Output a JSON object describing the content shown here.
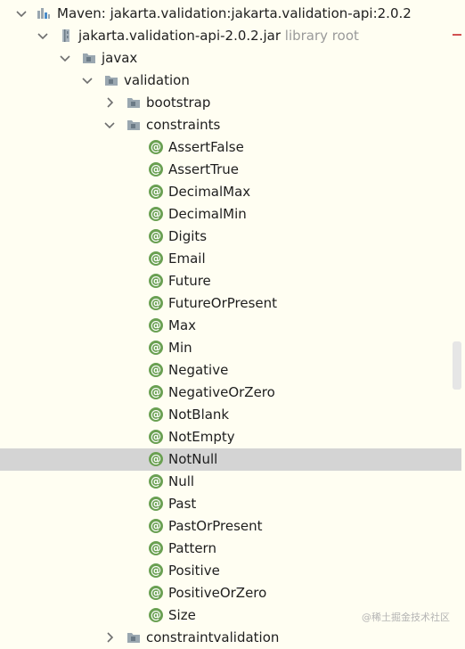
{
  "tree": {
    "root_label": "Maven: jakarta.validation:jakarta.validation-api:2.0.2",
    "jar_label": "jakarta.validation-api-2.0.2.jar",
    "jar_suffix": "library root",
    "pkg_javax": "javax",
    "pkg_validation": "validation",
    "pkg_bootstrap": "bootstrap",
    "pkg_constraints": "constraints",
    "annotations": [
      "AssertFalse",
      "AssertTrue",
      "DecimalMax",
      "DecimalMin",
      "Digits",
      "Email",
      "Future",
      "FutureOrPresent",
      "Max",
      "Min",
      "Negative",
      "NegativeOrZero",
      "NotBlank",
      "NotEmpty",
      "NotNull",
      "Null",
      "Past",
      "PastOrPresent",
      "Pattern",
      "Positive",
      "PositiveOrZero",
      "Size"
    ],
    "selected": "NotNull",
    "pkg_constraintvalidation": "constraintvalidation",
    "icons": {
      "annotation": "annotation-icon",
      "package": "package-folder-icon",
      "jar": "jar-library-icon",
      "maven": "maven-library-icon"
    },
    "colors": {
      "background": "#fffef2",
      "selection": "#d4d4d4",
      "annotation_icon": "#6aa052",
      "muted_text": "#9a9a9a"
    }
  },
  "watermark": "@稀土掘金技术社区"
}
